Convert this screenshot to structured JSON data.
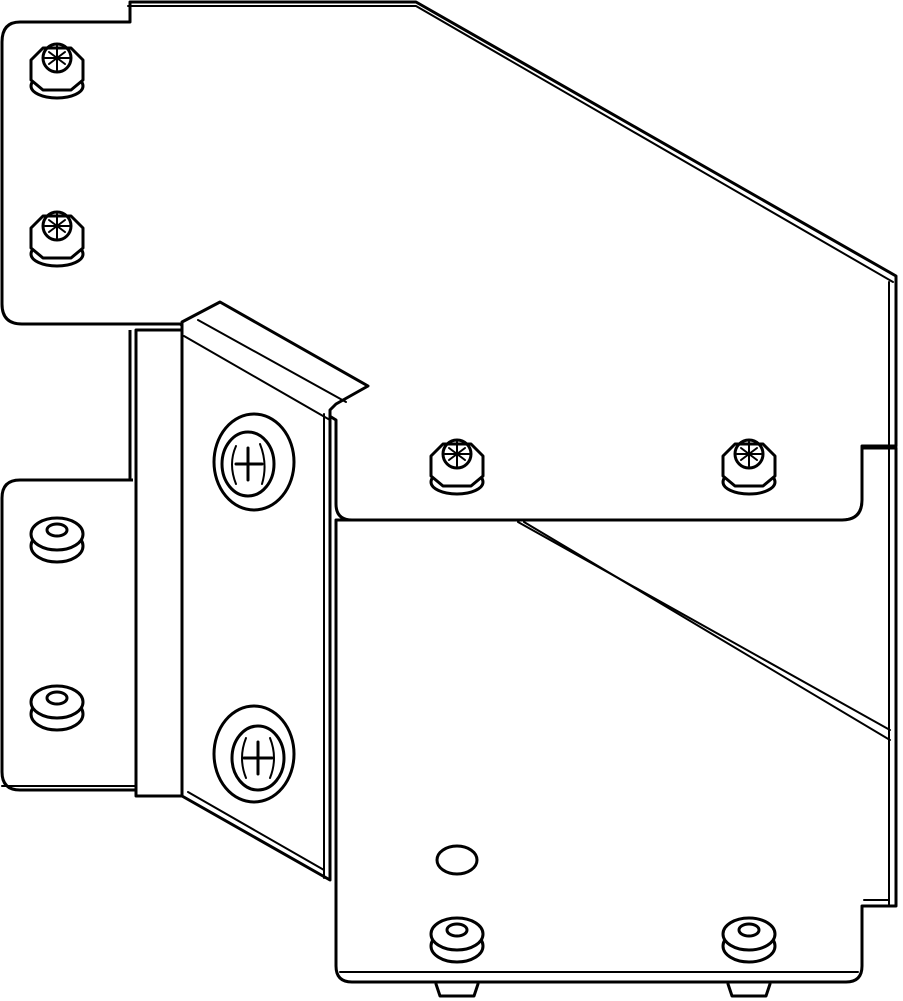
{
  "drawing": {
    "background": "#ffffff",
    "line_color": "#000000",
    "parts": [
      "top-plate",
      "left-plate",
      "center-bracket",
      "lower-plate"
    ],
    "fasteners": {
      "hex_nuts": 6,
      "screws": 2,
      "rivets": 4
    }
  }
}
